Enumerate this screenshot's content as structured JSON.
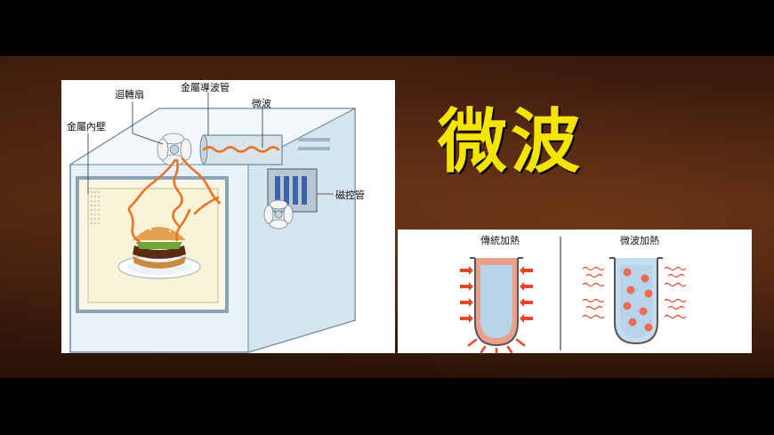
{
  "title": "微波",
  "microwave_labels": {
    "fan": "迴轉扇",
    "waveguide": "金屬導波管",
    "microwave": "微波",
    "inner_wall": "金屬內壁",
    "magnetron": "磁控管"
  },
  "heating": {
    "traditional": "傳統加熱",
    "microwave": "微波加熱"
  },
  "colors": {
    "title": "#f5e400",
    "wave": "#e8742a",
    "glass": "#a9cde0",
    "liquid": "#b8d4ea",
    "heat_dot": "#e8503a"
  }
}
